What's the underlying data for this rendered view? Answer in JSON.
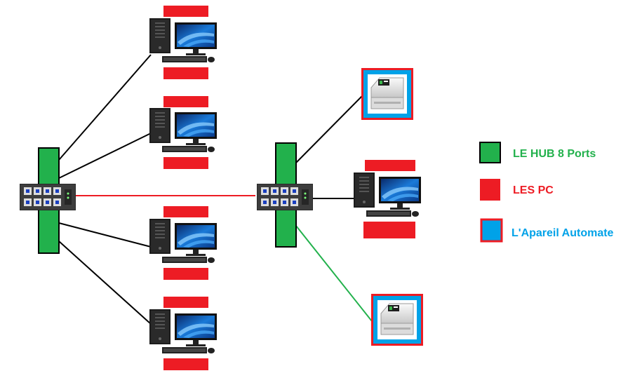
{
  "colors": {
    "hub": "#22b14c",
    "pc_marker": "#ed1c24",
    "device_fill": "#00a2e8",
    "device_border": "#ed1c24",
    "link_black": "#000000",
    "link_red": "#ed1c24",
    "link_green": "#22b14c"
  },
  "nodes": {
    "hubs": [
      {
        "id": "hub-left",
        "icon": "network-switch-icon"
      },
      {
        "id": "hub-right",
        "icon": "network-switch-icon"
      }
    ],
    "pcs": [
      {
        "id": "pc-1",
        "icon": "desktop-computer-icon"
      },
      {
        "id": "pc-2",
        "icon": "desktop-computer-icon"
      },
      {
        "id": "pc-3",
        "icon": "desktop-computer-icon"
      },
      {
        "id": "pc-4",
        "icon": "desktop-computer-icon"
      },
      {
        "id": "pc-5",
        "icon": "desktop-computer-icon"
      }
    ],
    "devices": [
      {
        "id": "device-top",
        "icon": "printer-device-icon"
      },
      {
        "id": "device-bottom",
        "icon": "printer-device-icon"
      }
    ]
  },
  "edges": [
    {
      "from": "hub-left",
      "to": "pc-1",
      "color": "link_black"
    },
    {
      "from": "hub-left",
      "to": "pc-2",
      "color": "link_black"
    },
    {
      "from": "hub-left",
      "to": "pc-3",
      "color": "link_black"
    },
    {
      "from": "hub-left",
      "to": "pc-4",
      "color": "link_black"
    },
    {
      "from": "hub-left",
      "to": "hub-right",
      "color": "link_red"
    },
    {
      "from": "hub-right",
      "to": "device-top",
      "color": "link_black"
    },
    {
      "from": "hub-right",
      "to": "pc-5",
      "color": "link_black"
    },
    {
      "from": "hub-right",
      "to": "device-bottom",
      "color": "link_green"
    }
  ],
  "legend": {
    "hub": "LE HUB 8 Ports",
    "pc": "LES PC",
    "device": "L'Apareil Automate"
  }
}
